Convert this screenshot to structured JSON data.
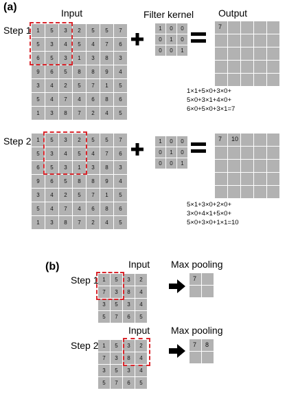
{
  "panel_a": {
    "label": "(a)",
    "titles": {
      "input": "Input",
      "filter": "Filter kernel",
      "output": "Output"
    },
    "input_matrix": [
      [
        "1",
        "5",
        "3",
        "2",
        "5",
        "5",
        "7"
      ],
      [
        "5",
        "3",
        "4",
        "5",
        "4",
        "7",
        "6"
      ],
      [
        "6",
        "5",
        "3",
        "1",
        "3",
        "8",
        "3"
      ],
      [
        "9",
        "6",
        "5",
        "8",
        "8",
        "9",
        "4"
      ],
      [
        "3",
        "4",
        "2",
        "5",
        "7",
        "1",
        "5"
      ],
      [
        "5",
        "4",
        "7",
        "4",
        "6",
        "8",
        "6"
      ],
      [
        "1",
        "3",
        "8",
        "7",
        "2",
        "4",
        "5"
      ]
    ],
    "filter_matrix": [
      [
        "1",
        "0",
        "0"
      ],
      [
        "0",
        "1",
        "0"
      ],
      [
        "0",
        "0",
        "1"
      ]
    ],
    "steps": [
      {
        "label": "Step 1",
        "output_values": [
          "7"
        ],
        "calc_lines": [
          "1×1+5×0+3×0+",
          "5×0+3×1+4×0+",
          "6×0+5×0+3×1=7"
        ]
      },
      {
        "label": "Step 2",
        "output_values": [
          "7",
          "10"
        ],
        "calc_lines": [
          "5×1+3×0+2×0+",
          "3×0+4×1+5×0+",
          "5×0+3×0+1×1=10"
        ]
      }
    ]
  },
  "panel_b": {
    "label": "(b)",
    "titles": {
      "input": "Input",
      "output": "Max pooling"
    },
    "input_matrix": [
      [
        "1",
        "5",
        "3",
        "2"
      ],
      [
        "7",
        "3",
        "8",
        "4"
      ],
      [
        "3",
        "5",
        "3",
        "4"
      ],
      [
        "5",
        "7",
        "6",
        "5"
      ]
    ],
    "steps": [
      {
        "label": "Step 1",
        "output_values": [
          "7"
        ]
      },
      {
        "label": "Step 2",
        "output_values": [
          "7",
          "8"
        ]
      }
    ]
  },
  "colors": {
    "cell": "#b2b2b2",
    "dashed_box": "#d9262c",
    "symbol": "#000000"
  }
}
